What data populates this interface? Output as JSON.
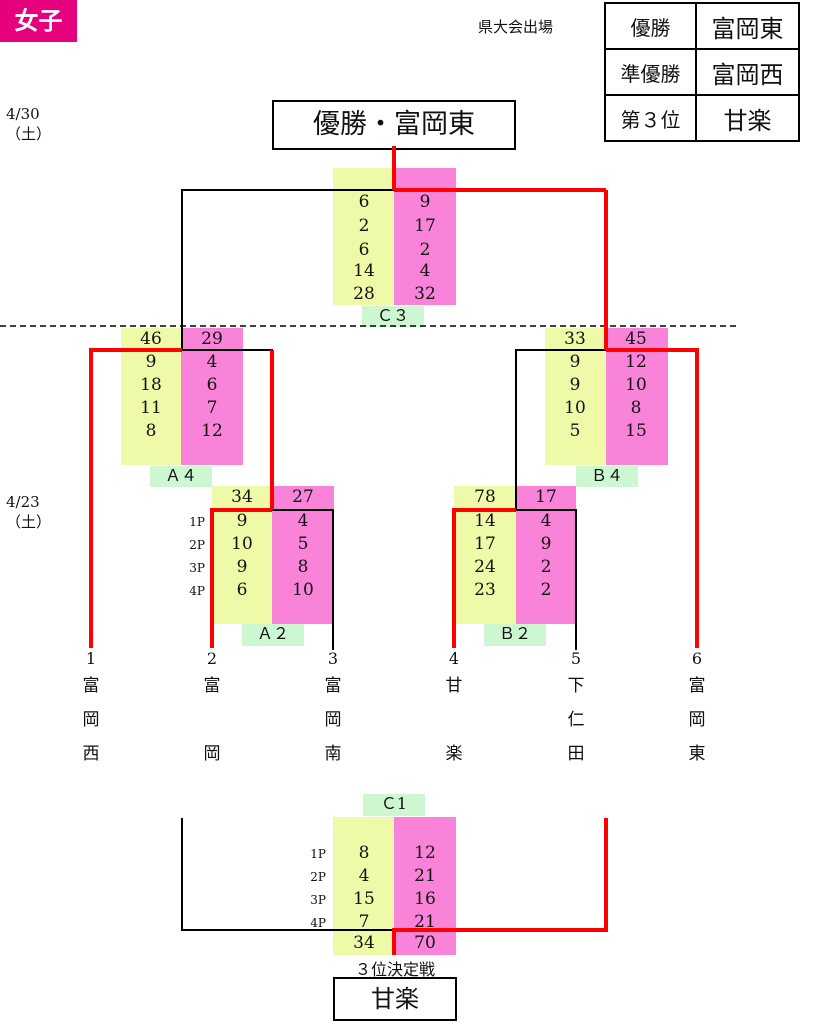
{
  "header": {
    "label": "女子",
    "meet_title": "県大会出場"
  },
  "results": [
    {
      "key": "優勝",
      "value": "富岡東"
    },
    {
      "key": "準優勝",
      "value": "富岡西"
    },
    {
      "key": "第３位",
      "value": "甘楽"
    }
  ],
  "dates": {
    "final": [
      "4/30",
      "（土）"
    ],
    "first": [
      "4/23",
      "（土）"
    ]
  },
  "champion_box": "優勝・富岡東",
  "third_place": {
    "label": "３位決定戦",
    "winner": "甘楽"
  },
  "teams": [
    {
      "num": "1",
      "name": [
        "富",
        "岡",
        "西"
      ]
    },
    {
      "num": "2",
      "name": [
        "富",
        "",
        "岡"
      ]
    },
    {
      "num": "3",
      "name": [
        "富",
        "岡",
        "南"
      ]
    },
    {
      "num": "4",
      "name": [
        "甘",
        "",
        "楽"
      ]
    },
    {
      "num": "5",
      "name": [
        "下",
        "仁",
        "田"
      ]
    },
    {
      "num": "6",
      "name": [
        "富",
        "岡",
        "東"
      ]
    }
  ],
  "matches": {
    "A2": {
      "label": "Ａ２",
      "total": [
        "34",
        "27"
      ],
      "periods": [
        "1P",
        "2P",
        "3P",
        "4P"
      ],
      "left": [
        "9",
        "10",
        "9",
        "6"
      ],
      "right": [
        "4",
        "5",
        "8",
        "10"
      ]
    },
    "B2": {
      "label": "Ｂ２",
      "total": [
        "78",
        "17"
      ],
      "left": [
        "14",
        "17",
        "24",
        "23"
      ],
      "right": [
        "4",
        "9",
        "2",
        "2"
      ]
    },
    "A4": {
      "label": "Ａ４",
      "total": [
        "46",
        "29"
      ],
      "left": [
        "9",
        "18",
        "11",
        "8"
      ],
      "right": [
        "4",
        "6",
        "7",
        "12"
      ]
    },
    "B4": {
      "label": "Ｂ４",
      "total": [
        "33",
        "45"
      ],
      "left": [
        "9",
        "9",
        "10",
        "5"
      ],
      "right": [
        "12",
        "10",
        "8",
        "15"
      ]
    },
    "C3": {
      "label": "Ｃ３",
      "left": [
        "6",
        "2",
        "6",
        "14",
        "28"
      ],
      "right": [
        "9",
        "17",
        "2",
        "4",
        "32"
      ]
    },
    "C1": {
      "label": "Ｃ1",
      "total": [
        "34",
        "70"
      ],
      "periods": [
        "1P",
        "2P",
        "3P",
        "4P"
      ],
      "left": [
        "8",
        "4",
        "15",
        "7"
      ],
      "right": [
        "12",
        "21",
        "16",
        "21"
      ]
    }
  },
  "colors": {
    "winner_line": "#ff0000",
    "loser_line": "#000000",
    "left_score": "#eefaa8",
    "right_score": "#f983d8",
    "match_label": "#ccf7d1",
    "header": "#e6007e"
  }
}
